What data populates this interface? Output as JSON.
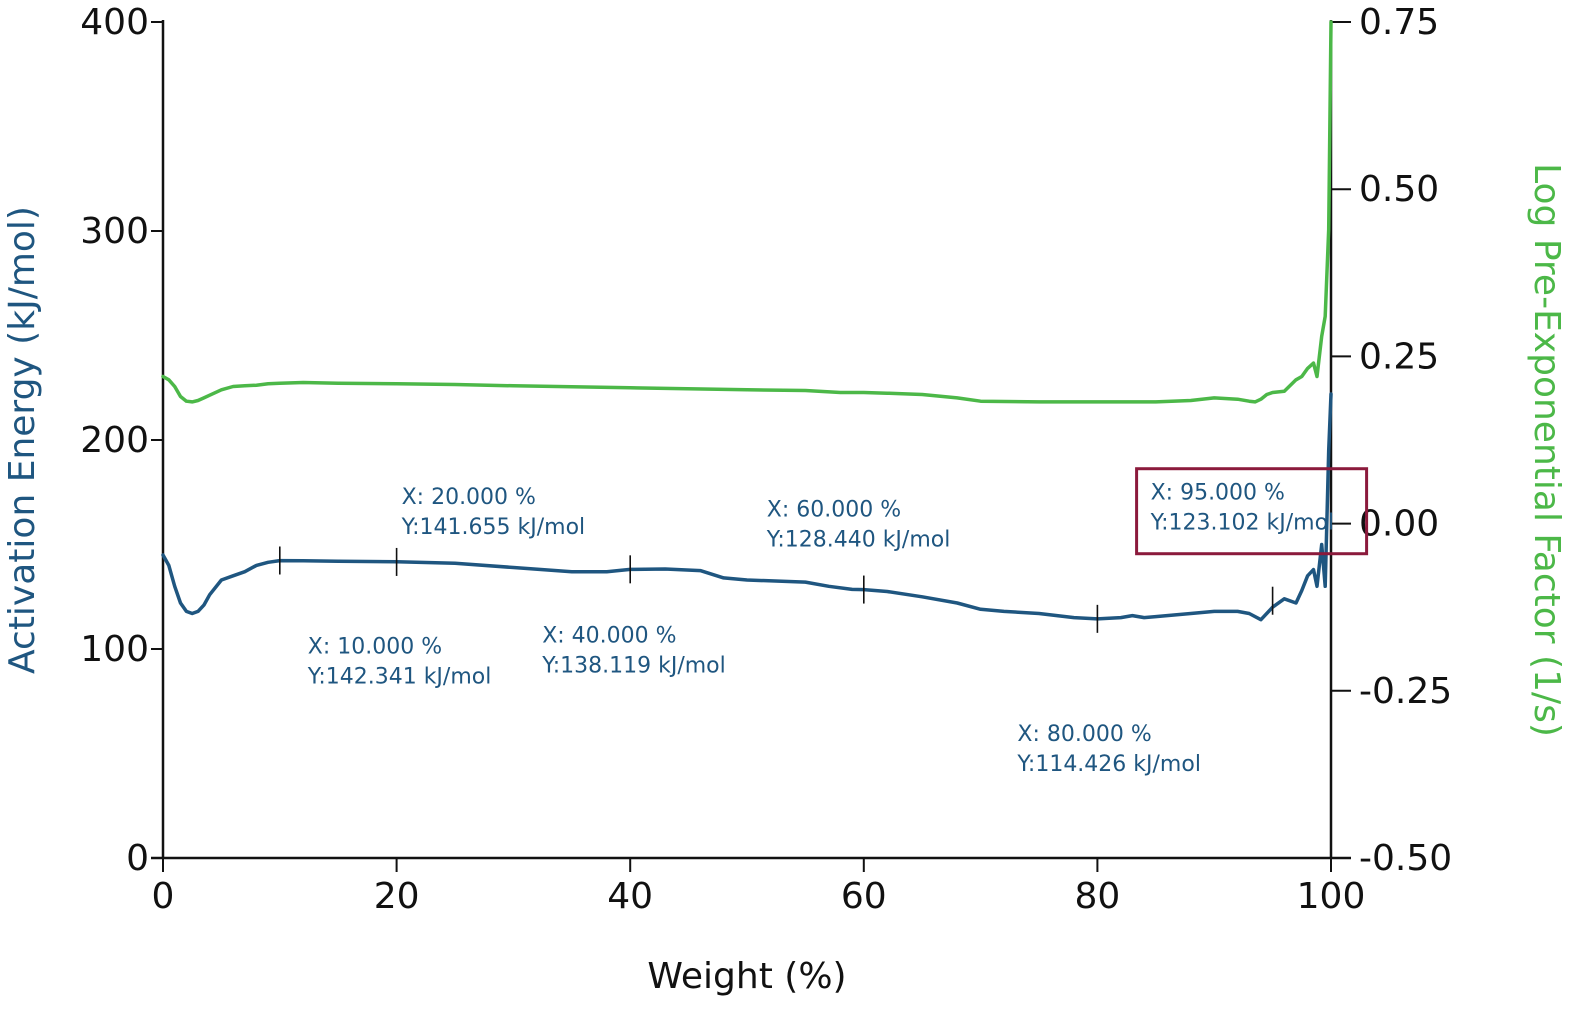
{
  "chart_data": {
    "type": "line",
    "xlabel": "Weight (%)",
    "ylabel": "Activation Energy (kJ/mol)",
    "y2label": "Log Pre-Exponential Factor (1/s)",
    "xlim": [
      0,
      100
    ],
    "ylim": [
      0,
      400
    ],
    "y2lim": [
      -0.5,
      0.75
    ],
    "x_ticks": [
      "0",
      "20",
      "40",
      "60",
      "80",
      "100"
    ],
    "y_ticks": [
      "0",
      "100",
      "200",
      "300",
      "400"
    ],
    "y2_ticks": [
      "-0.50",
      "-0.25",
      "0.00",
      "0.25",
      "0.50",
      "0.75"
    ],
    "grid": false,
    "colors": {
      "activation_energy": "#1f5680",
      "pre_exponential": "#4cb848",
      "highlight_box": "#8b1a3c",
      "axes": "#111111"
    },
    "series": [
      {
        "axis": "left",
        "color": "#1f5680",
        "x": [
          0,
          0.5,
          1,
          1.5,
          2,
          2.5,
          3,
          3.5,
          4,
          5,
          6,
          7,
          8,
          9,
          10,
          12,
          15,
          20,
          25,
          30,
          35,
          38,
          40,
          43,
          46,
          48,
          50,
          55,
          57,
          59,
          60,
          62,
          65,
          68,
          70,
          72,
          75,
          78,
          80,
          82,
          83,
          84,
          85,
          88,
          90,
          92,
          93,
          94,
          95,
          96,
          97,
          97.5,
          98,
          98.5,
          98.8,
          99.2,
          99.5,
          99.8,
          100
        ],
        "y": [
          145,
          140,
          130,
          122,
          118,
          117,
          118,
          121,
          126,
          133,
          135,
          137,
          140,
          141.5,
          142.3,
          142.2,
          142,
          141.7,
          141,
          139,
          137,
          137,
          138.1,
          138.3,
          137.5,
          134,
          133,
          132,
          130,
          128.5,
          128.4,
          127.5,
          125,
          122,
          119,
          118,
          117,
          115,
          114.4,
          115,
          116,
          115,
          115.5,
          117,
          118,
          118,
          117,
          114,
          120,
          124,
          122,
          128,
          135,
          138,
          130,
          150,
          130,
          195,
          222
        ]
      },
      {
        "axis": "right",
        "color": "#4cb848",
        "x": [
          0,
          0.5,
          1,
          1.5,
          2,
          2.5,
          3,
          3.5,
          4,
          5,
          6,
          7,
          8,
          9,
          10,
          12,
          15,
          20,
          25,
          30,
          40,
          50,
          55,
          58,
          60,
          62,
          65,
          68,
          70,
          75,
          80,
          85,
          88,
          90,
          92,
          93,
          93.5,
          94,
          94.5,
          95,
          96,
          97,
          97.5,
          98,
          98.5,
          98.8,
          99.2,
          99.5,
          99.8,
          100
        ],
        "y": [
          0.22,
          0.215,
          0.205,
          0.19,
          0.183,
          0.182,
          0.184,
          0.188,
          0.192,
          0.2,
          0.205,
          0.206,
          0.207,
          0.209,
          0.21,
          0.211,
          0.21,
          0.209,
          0.208,
          0.206,
          0.203,
          0.2,
          0.199,
          0.196,
          0.196,
          0.195,
          0.193,
          0.188,
          0.183,
          0.182,
          0.182,
          0.182,
          0.184,
          0.188,
          0.186,
          0.183,
          0.182,
          0.186,
          0.193,
          0.196,
          0.198,
          0.215,
          0.22,
          0.232,
          0.24,
          0.22,
          0.28,
          0.31,
          0.44,
          0.75
        ]
      }
    ],
    "annotations": [
      {
        "x": 10,
        "y": 142.341,
        "line1": "X: 10.000 %",
        "line2": "Y:142.341 kJ/mol",
        "highlighted": false
      },
      {
        "x": 20,
        "y": 141.655,
        "line1": "X: 20.000 %",
        "line2": "Y:141.655 kJ/mol",
        "highlighted": false
      },
      {
        "x": 40,
        "y": 138.119,
        "line1": "X: 40.000 %",
        "line2": "Y:138.119 kJ/mol",
        "highlighted": false
      },
      {
        "x": 60,
        "y": 128.44,
        "line1": "X: 60.000 %",
        "line2": "Y:128.440 kJ/mol",
        "highlighted": false
      },
      {
        "x": 80,
        "y": 114.426,
        "line1": "X: 80.000 %",
        "line2": "Y:114.426 kJ/mol",
        "highlighted": false
      },
      {
        "x": 95,
        "y": 123.102,
        "line1": "X: 95.000 %",
        "line2": "Y:123.102 kJ/mol",
        "highlighted": true
      }
    ]
  }
}
